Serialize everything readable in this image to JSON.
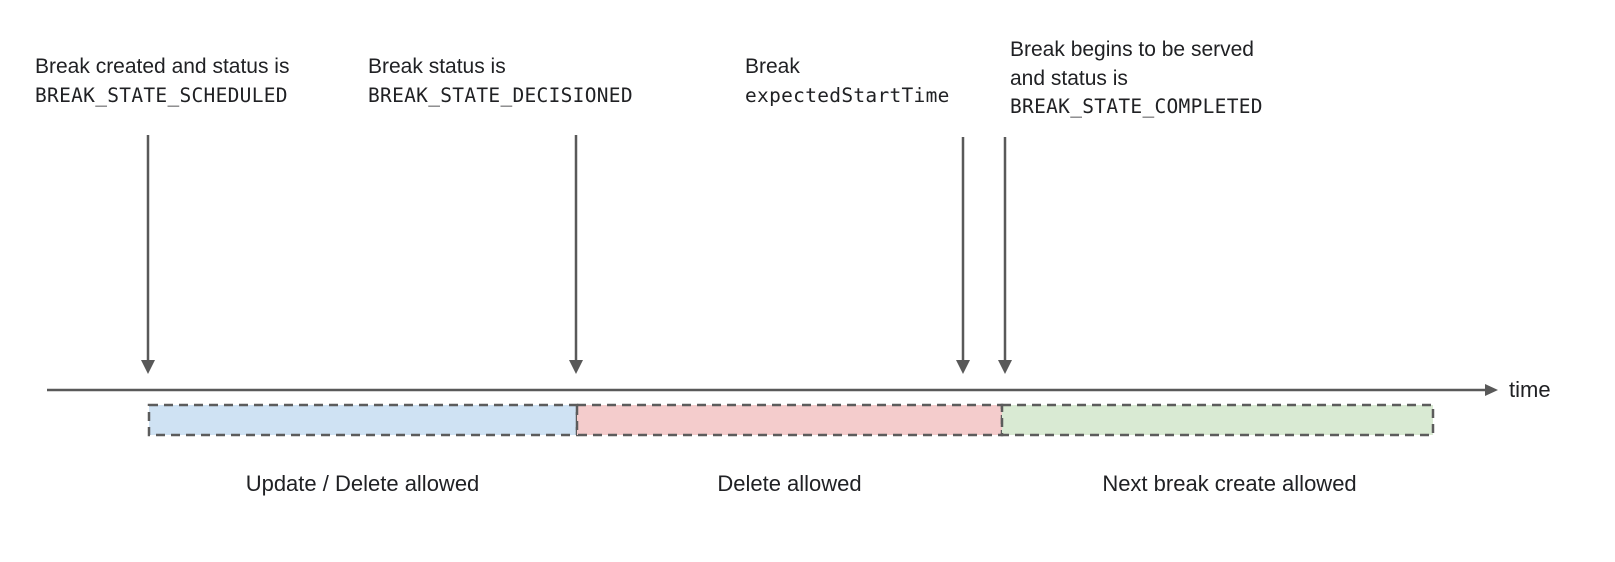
{
  "diagram": {
    "timeline_label": "time",
    "colors": {
      "arrow": "#595959",
      "dash_border": "#5c5c5c",
      "text": "#202124"
    },
    "annotations": [
      {
        "lines": [
          "Break created and status is",
          "BREAK_STATE_SCHEDULED"
        ]
      },
      {
        "lines": [
          "Break status is",
          "BREAK_STATE_DECISIONED"
        ]
      },
      {
        "lines": [
          "Break",
          "expectedStartTime"
        ]
      },
      {
        "lines": [
          "Break begins to be served",
          "and status is",
          "BREAK_STATE_COMPLETED"
        ]
      }
    ],
    "segments": [
      {
        "label": "Update / Delete allowed",
        "color": "#cfe2f3"
      },
      {
        "label": "Delete allowed",
        "color": "#f4cccc"
      },
      {
        "label": "Next break create allowed",
        "color": "#d9ead3"
      }
    ]
  }
}
